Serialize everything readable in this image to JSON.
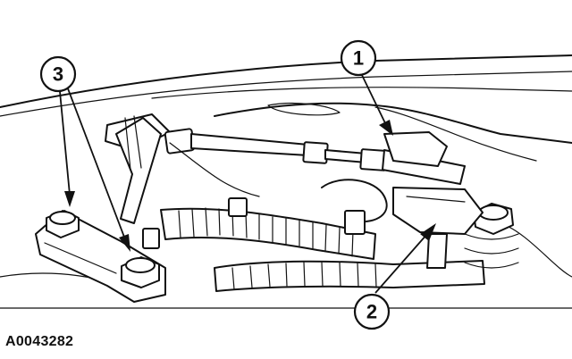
{
  "figure": {
    "id_label": "A0043282",
    "callouts": [
      {
        "number": "1"
      },
      {
        "number": "2"
      },
      {
        "number": "3"
      }
    ]
  }
}
